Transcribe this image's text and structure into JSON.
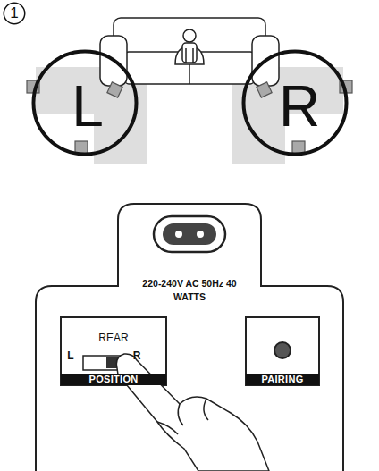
{
  "diagram": {
    "nodes": [
      {
        "text": [
          "1"
        ]
      },
      {
        "text": [
          "L"
        ]
      },
      {
        "text": [
          "R"
        ]
      },
      {
        "text": [
          "220-240V AC 50Hz 40 WATTS"
        ]
      },
      {
        "text": [
          "REAR",
          "L",
          "R",
          "POSITION"
        ],
        "in": 3
      },
      {
        "text": [
          "PAIRING"
        ],
        "in": 3
      }
    ]
  }
}
